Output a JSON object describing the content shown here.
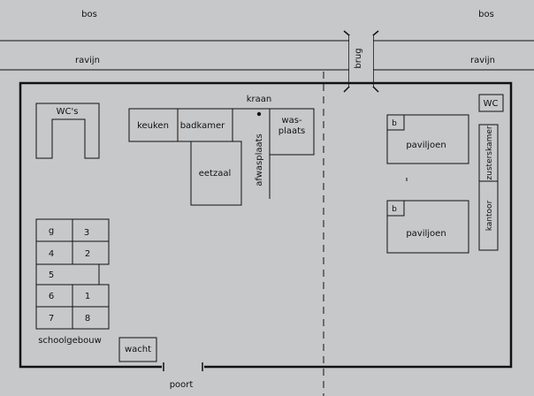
{
  "labels": {
    "bos_left": "bos",
    "bos_right": "bos",
    "ravijn_left": "ravijn",
    "ravijn_right": "ravijn",
    "brug": "brug",
    "kraan": "kraan",
    "wcs": "WC's",
    "keuken": "keuken",
    "badkamer": "badkamer",
    "wasplaats": "was-\nplaats",
    "eetzaal": "eetzaal",
    "afwasplaats": "afwasplaats",
    "wc": "WC",
    "zusterskamer": "zusterskamer",
    "kantoor": "kantoor",
    "paviljoen_top": "paviljoen",
    "paviljoen_bottom": "paviljoen",
    "b_top": "b",
    "b_bottom": "b",
    "schoolgebouw": "schoolgebouw",
    "wacht": "wacht",
    "poort": "poort",
    "school_rooms": [
      "g",
      "3",
      "4",
      "2",
      "5",
      "6",
      "1",
      "7",
      "8"
    ]
  },
  "colors": {
    "background": "#c7c8c9",
    "line": "#111111"
  }
}
